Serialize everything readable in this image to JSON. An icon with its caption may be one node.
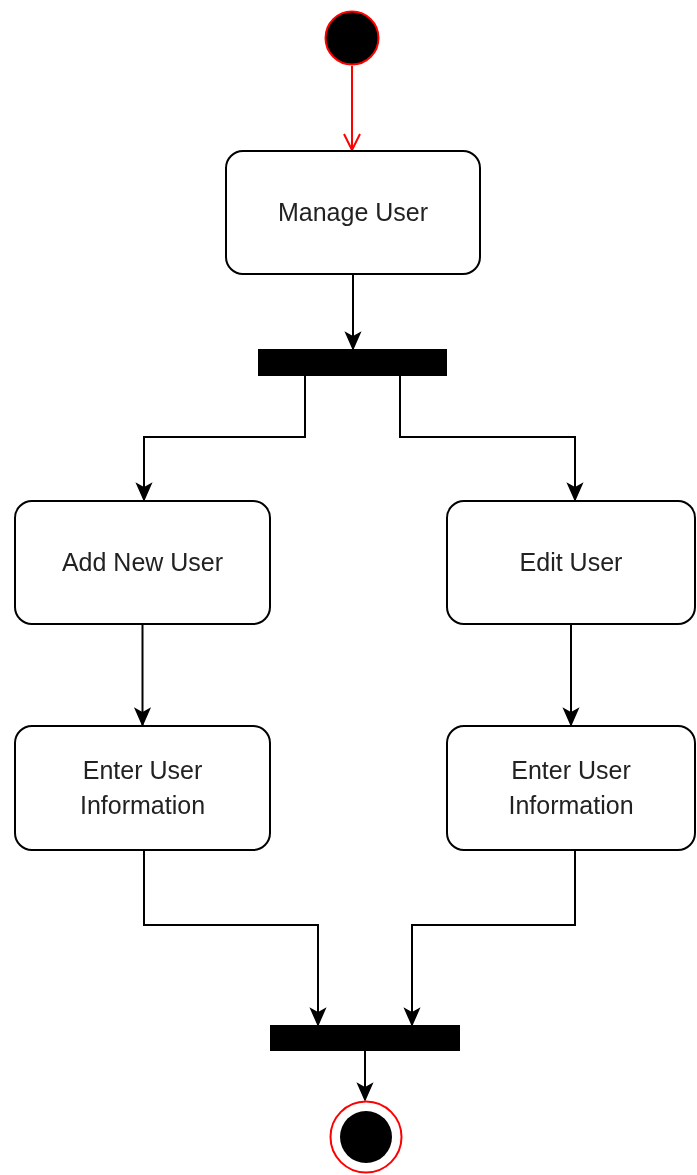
{
  "diagram": {
    "nodes": [
      {
        "text": [],
        "shape": "circle"
      },
      {
        "text": [
          "Manage User"
        ]
      },
      {
        "text": [],
        "shape": "bar"
      },
      {
        "text": [
          "Add New User"
        ]
      },
      {
        "text": [
          "Edit User"
        ]
      },
      {
        "text": [
          "Enter User Information"
        ]
      },
      {
        "text": [
          "Enter User Information"
        ]
      },
      {
        "text": [],
        "shape": "bar"
      },
      {
        "text": [],
        "shape": "bullseye"
      }
    ],
    "edges": [
      {
        "from": 0,
        "to": 1,
        "arrow": "to",
        "color": "#ff0000"
      },
      {
        "from": 1,
        "to": 2,
        "arrow": "to"
      },
      {
        "from": 2,
        "to": 3,
        "arrow": "to"
      },
      {
        "from": 2,
        "to": 4,
        "arrow": "to"
      },
      {
        "from": 3,
        "to": 5,
        "arrow": "to"
      },
      {
        "from": 4,
        "to": 6,
        "arrow": "to"
      },
      {
        "from": 5,
        "to": 7,
        "arrow": "to"
      },
      {
        "from": 6,
        "to": 7,
        "arrow": "to"
      },
      {
        "from": 7,
        "to": 8,
        "arrow": "to"
      }
    ]
  }
}
